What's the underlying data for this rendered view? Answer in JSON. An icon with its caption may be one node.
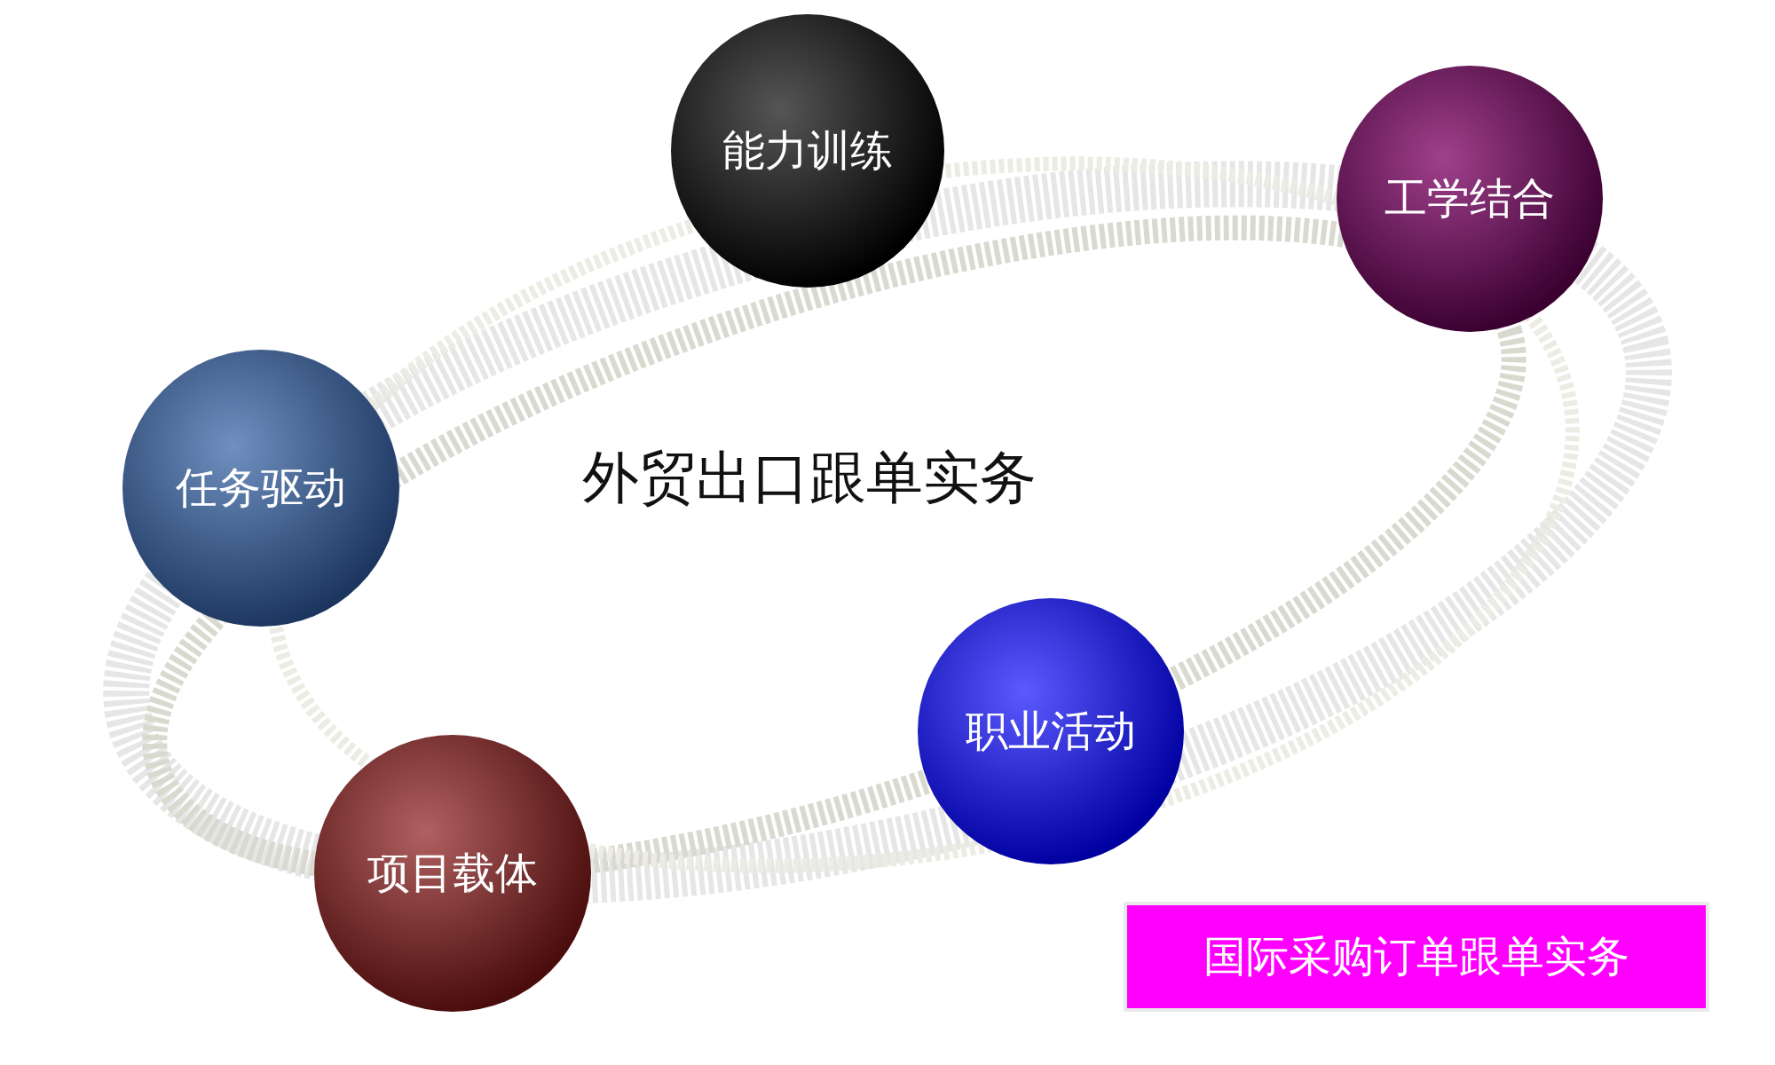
{
  "diagram": {
    "nodes": [
      {
        "text": [
          "能力训练"
        ]
      },
      {
        "text": [
          "工学结合"
        ]
      },
      {
        "text": [
          "任务驱动"
        ]
      },
      {
        "text": [
          "职业活动"
        ]
      },
      {
        "text": [
          "项目载体"
        ]
      },
      {
        "text": [
          "国际采购订单跟单实务"
        ]
      }
    ],
    "labels": [
      "外贸出口跟单实务"
    ]
  }
}
